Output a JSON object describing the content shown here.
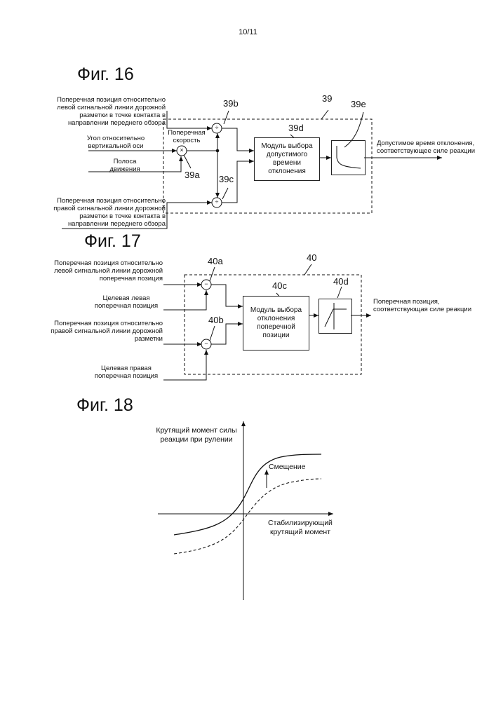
{
  "page_number": "10/11",
  "fig16": {
    "title": "Фиг. 16",
    "ref_main": "39",
    "ref_div_top": "39b",
    "ref_div_bottom": "39c",
    "ref_mult": "39a",
    "ref_module": "39d",
    "ref_map": "39e",
    "input_left_marking": "Поперечная позиция относительно левой сигнальной линии дорожной разметки в точке контакта в направлении переднего обзора",
    "input_angle": "Угол относительно вертикальной оси",
    "input_lane": "Полоса движения",
    "input_right_marking": "Поперечная позиция относительно правой сигнальной линии дорожной разметки в точке контакта в направлении переднего обзора",
    "lateral_speed": "Поперечная скорость",
    "module_label": "Модуль выбора допустимого времени отклонения",
    "output": "Допустимое время отклонения, соответствующее силе реакции",
    "op_mult": "×",
    "op_div": "÷"
  },
  "fig17": {
    "title": "Фиг. 17",
    "ref_main": "40",
    "ref_sub_top": "40a",
    "ref_sub_bottom": "40b",
    "ref_module": "40c",
    "ref_map": "40d",
    "input_left_marking": "Поперечная позиция относительно левой сигнальной линии дорожной поперечная позиция",
    "input_target_left": "Целевая левая поперечная позиция",
    "input_right_marking": "Поперечная позиция относительно правой сигнальной линии дорожной разметки",
    "input_target_right": "Целевая правая поперечная позиция",
    "module_label": "Модуль выбора отклонения поперечной позиции",
    "output": "Поперечная позиция, соответствующая силе реакции",
    "op_minus": "−"
  },
  "fig18": {
    "title": "Фиг. 18",
    "y_label": "Крутящий момент силы реакции при рулении",
    "x_label": "Стабилизирующий крутящий момент",
    "shift_label": "Смещение"
  }
}
